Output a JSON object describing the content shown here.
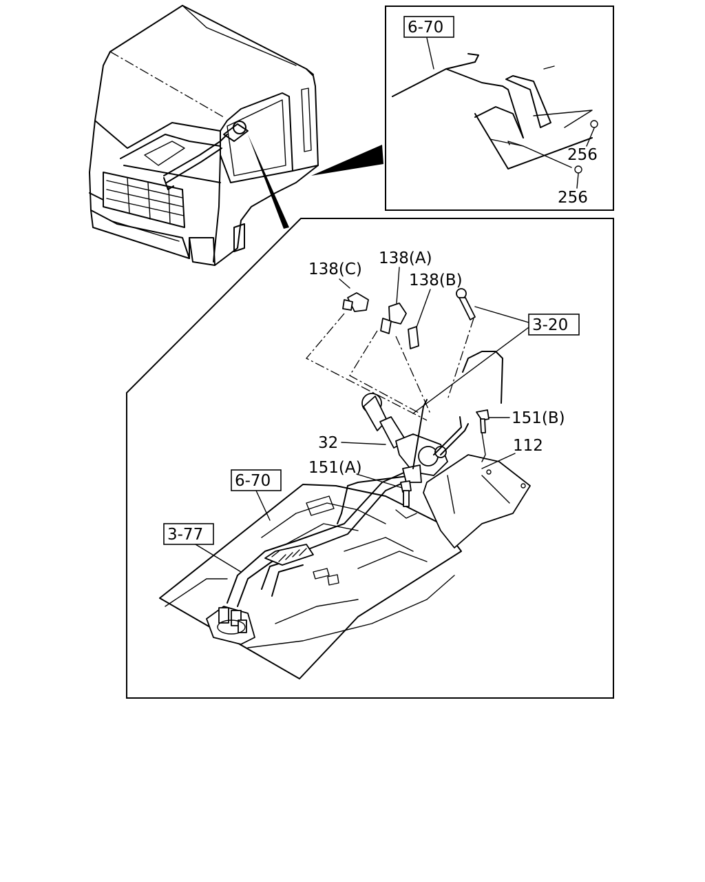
{
  "labels": {
    "ref_6_70_top": "6-70",
    "p256_a": "256",
    "p256_b": "256",
    "p138c": "138(C)",
    "p138a": "138(A)",
    "p138b": "138(B)",
    "ref_3_20": "3-20",
    "p151b": "151(B)",
    "p32": "32",
    "p112": "112",
    "p151a": "151(A)",
    "ref_6_70_bottom": "6-70",
    "ref_3_77": "3-77"
  }
}
